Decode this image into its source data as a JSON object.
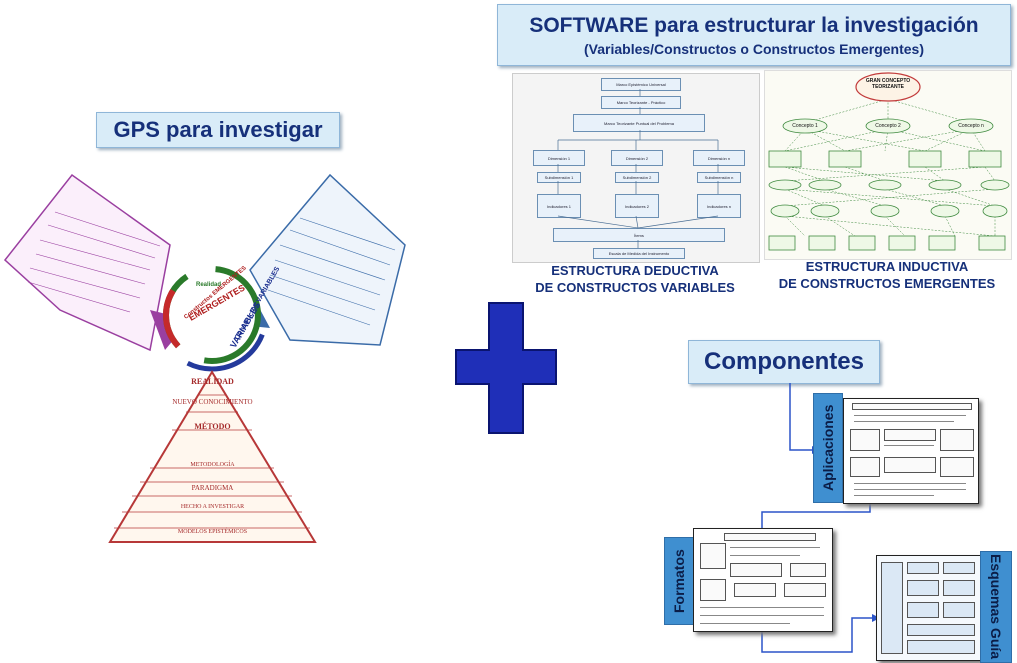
{
  "left": {
    "title": "GPS para investigar",
    "cycle_words": [
      "Constructos VARIABLES",
      "Constructos EMERGENTES",
      "Realidad"
    ],
    "pyramid": [
      "REALIDAD",
      "NUEVO CONOCIMIENTO",
      "MÉTODO",
      "METODOLOGÍA",
      "PARADIGMA",
      "HECHO A INVESTIGAR",
      "MODELOS EPISTÉMICOS"
    ]
  },
  "plus_color": "#1f2fb8",
  "software": {
    "title": "SOFTWARE para estructurar la investigación",
    "subtitle": "(Variables/Constructos  o Constructos Emergentes)"
  },
  "deductive": {
    "caption_line1": "ESTRUCTURA DEDUCTIVA",
    "caption_line2": "DE CONSTRUCTOS VARIABLES",
    "nodes": {
      "n1": "Marco Epistémico Universal",
      "n2": "Marco Teorizante - Práctico",
      "n3": "Marco Teorizante Puntual del Problema",
      "d1": "Dimensión 1",
      "d2": "Dimensión 2",
      "d3": "Dimensión n",
      "s1": "Subdimensión 1",
      "s2": "Subdimensión 2",
      "s3": "Subdimensión n",
      "i1": "Indicadores 1",
      "i2": "Indicadores 2",
      "i3": "Indicadores n",
      "items": "Ítems",
      "scale": "Escala de Medida del Instrumento"
    }
  },
  "inductive": {
    "caption_line1": "ESTRUCTURA INDUCTIVA",
    "caption_line2": "DE CONSTRUCTOS EMERGENTES",
    "top": "GRAN CONCEPTO TEORIZANTE",
    "c1": "Concepto 1",
    "c2": "Concepto 2",
    "c3": "Concepto n"
  },
  "componentes": {
    "title": "Componentes",
    "aplicaciones": "Aplicaciones",
    "formatos": "Formatos",
    "esquemas": "Esquemas Guía"
  }
}
